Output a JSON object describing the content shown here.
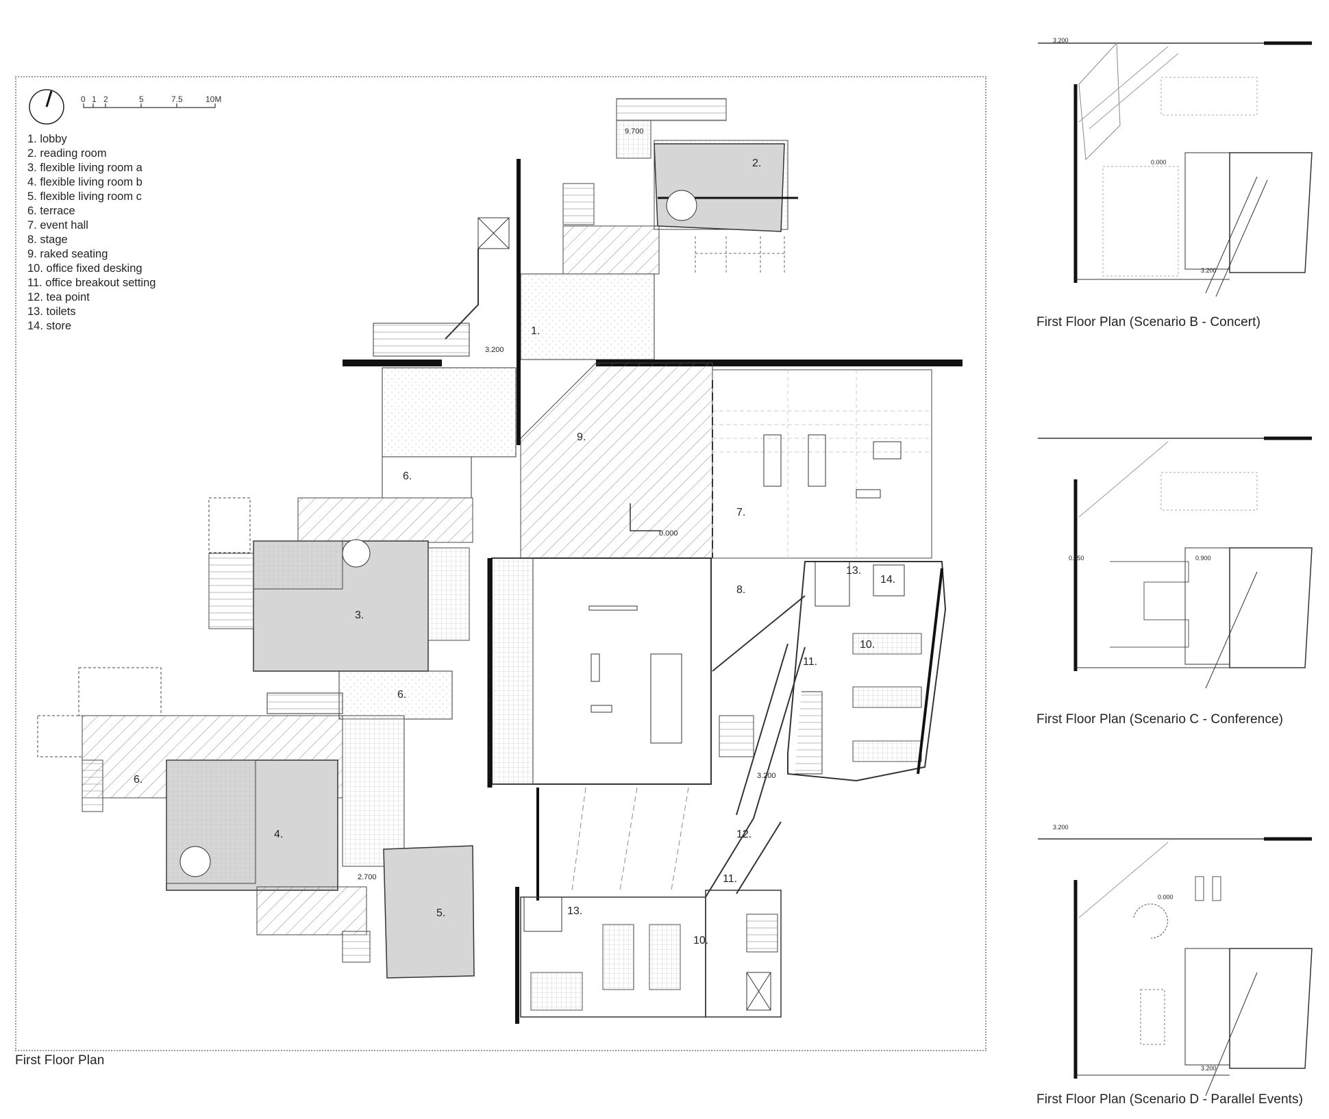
{
  "main_plan": {
    "caption": "First Floor Plan",
    "legend": [
      "1. lobby",
      "2. reading room",
      "3. flexible living room a",
      "4. flexible living room b",
      "5. flexible living room c",
      "6. terrace",
      "7. event hall",
      "8. stage",
      "9. raked seating",
      "10. office fixed desking",
      "11. office breakout setting",
      "12. tea point",
      "13. toilets",
      "14. store"
    ],
    "scale_bar": {
      "ticks": [
        "0",
        "1",
        "2",
        "5",
        "7.5",
        "10M"
      ]
    },
    "room_labels": [
      "1.",
      "2.",
      "3.",
      "4.",
      "5.",
      "6.",
      "6.",
      "6.",
      "7.",
      "8.",
      "9.",
      "10.",
      "10.",
      "11.",
      "11.",
      "12.",
      "13.",
      "13.",
      "14."
    ],
    "levels": [
      "9.700",
      "3.200",
      "0.000",
      "3.200",
      "2.700"
    ]
  },
  "scenarios": [
    {
      "caption": "First Floor Plan (Scenario B - Concert)",
      "levels": [
        "3.200",
        "0.000",
        "3.200"
      ]
    },
    {
      "caption": "First Floor Plan (Scenario C - Conference)",
      "levels": [
        "0.450",
        "0.900"
      ]
    },
    {
      "caption": "First Floor Plan (Scenario D - Parallel Events)",
      "levels": [
        "3.200",
        "0.000",
        "3.200"
      ]
    }
  ],
  "colors": {
    "ink": "#111111",
    "fill_grey": "#d6d6d6",
    "frame": "#999999"
  }
}
